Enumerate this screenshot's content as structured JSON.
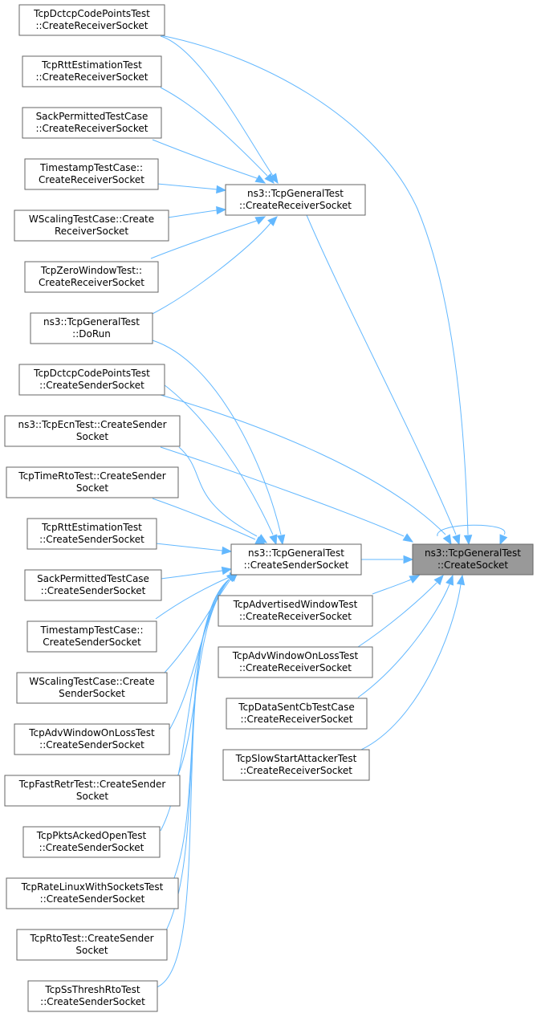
{
  "graph": {
    "title": "",
    "nodes": [
      {
        "id": "dctcp_recv",
        "lines": [
          "TcpDctcpCodePointsTest",
          "::CreateReceiverSocket"
        ]
      },
      {
        "id": "rtt_recv",
        "lines": [
          "TcpRttEstimationTest",
          "::CreateReceiverSocket"
        ]
      },
      {
        "id": "sack_recv",
        "lines": [
          "SackPermittedTestCase",
          "::CreateReceiverSocket"
        ]
      },
      {
        "id": "ts_recv",
        "lines": [
          "TimestampTestCase::",
          "CreateReceiverSocket"
        ]
      },
      {
        "id": "wscale_recv",
        "lines": [
          "WScalingTestCase::Create",
          "ReceiverSocket"
        ]
      },
      {
        "id": "zerowin_recv",
        "lines": [
          "TcpZeroWindowTest::",
          "CreateReceiverSocket"
        ]
      },
      {
        "id": "gen_dorun",
        "lines": [
          "ns3::TcpGeneralTest",
          "::DoRun"
        ]
      },
      {
        "id": "dctcp_send",
        "lines": [
          "TcpDctcpCodePointsTest",
          "::CreateSenderSocket"
        ]
      },
      {
        "id": "ecn_send",
        "lines": [
          "ns3::TcpEcnTest::CreateSender",
          "Socket"
        ]
      },
      {
        "id": "timerto_send",
        "lines": [
          "TcpTimeRtoTest::CreateSender",
          "Socket"
        ]
      },
      {
        "id": "rtt_send",
        "lines": [
          "TcpRttEstimationTest",
          "::CreateSenderSocket"
        ]
      },
      {
        "id": "sack_send",
        "lines": [
          "SackPermittedTestCase",
          "::CreateSenderSocket"
        ]
      },
      {
        "id": "ts_send",
        "lines": [
          "TimestampTestCase::",
          "CreateSenderSocket"
        ]
      },
      {
        "id": "wscale_send",
        "lines": [
          "WScalingTestCase::Create",
          "SenderSocket"
        ]
      },
      {
        "id": "advloss_send",
        "lines": [
          "TcpAdvWindowOnLossTest",
          "::CreateSenderSocket"
        ]
      },
      {
        "id": "fastretr_send",
        "lines": [
          "TcpFastRetrTest::CreateSender",
          "Socket"
        ]
      },
      {
        "id": "pktsacked_send",
        "lines": [
          "TcpPktsAckedOpenTest",
          "::CreateSenderSocket"
        ]
      },
      {
        "id": "ratelinux_send",
        "lines": [
          "TcpRateLinuxWithSocketsTest",
          "::CreateSenderSocket"
        ]
      },
      {
        "id": "rto_send",
        "lines": [
          "TcpRtoTest::CreateSender",
          "Socket"
        ]
      },
      {
        "id": "ssthresh_send",
        "lines": [
          "TcpSsThreshRtoTest",
          "::CreateSenderSocket"
        ]
      },
      {
        "id": "gen_recv",
        "lines": [
          "ns3::TcpGeneralTest",
          "::CreateReceiverSocket"
        ]
      },
      {
        "id": "gen_send",
        "lines": [
          "ns3::TcpGeneralTest",
          "::CreateSenderSocket"
        ]
      },
      {
        "id": "advwin_recv",
        "lines": [
          "TcpAdvertisedWindowTest",
          "::CreateReceiverSocket"
        ]
      },
      {
        "id": "advloss_recv",
        "lines": [
          "TcpAdvWindowOnLossTest",
          "::CreateReceiverSocket"
        ]
      },
      {
        "id": "datasent_recv",
        "lines": [
          "TcpDataSentCbTestCase",
          "::CreateReceiverSocket"
        ]
      },
      {
        "id": "slowstart_recv",
        "lines": [
          "TcpSlowStartAttackerTest",
          "::CreateReceiverSocket"
        ]
      },
      {
        "id": "create_socket",
        "lines": [
          "ns3::TcpGeneralTest",
          "::CreateSocket"
        ],
        "highlight": true
      }
    ],
    "edges": [
      {
        "from": "dctcp_recv",
        "to": "gen_recv"
      },
      {
        "from": "dctcp_recv",
        "to": "create_socket"
      },
      {
        "from": "rtt_recv",
        "to": "gen_recv"
      },
      {
        "from": "sack_recv",
        "to": "gen_recv"
      },
      {
        "from": "ts_recv",
        "to": "gen_recv"
      },
      {
        "from": "wscale_recv",
        "to": "gen_recv"
      },
      {
        "from": "zerowin_recv",
        "to": "gen_recv"
      },
      {
        "from": "gen_dorun",
        "to": "gen_recv"
      },
      {
        "from": "gen_dorun",
        "to": "gen_send"
      },
      {
        "from": "gen_recv",
        "to": "create_socket"
      },
      {
        "from": "dctcp_send",
        "to": "gen_send"
      },
      {
        "from": "dctcp_send",
        "to": "create_socket"
      },
      {
        "from": "ecn_send",
        "to": "gen_send"
      },
      {
        "from": "ecn_send",
        "to": "create_socket"
      },
      {
        "from": "timerto_send",
        "to": "gen_send"
      },
      {
        "from": "rtt_send",
        "to": "gen_send"
      },
      {
        "from": "sack_send",
        "to": "gen_send"
      },
      {
        "from": "ts_send",
        "to": "gen_send"
      },
      {
        "from": "wscale_send",
        "to": "gen_send"
      },
      {
        "from": "advloss_send",
        "to": "gen_send"
      },
      {
        "from": "fastretr_send",
        "to": "gen_send"
      },
      {
        "from": "pktsacked_send",
        "to": "gen_send"
      },
      {
        "from": "ratelinux_send",
        "to": "gen_send"
      },
      {
        "from": "rto_send",
        "to": "gen_send"
      },
      {
        "from": "ssthresh_send",
        "to": "gen_send"
      },
      {
        "from": "gen_send",
        "to": "create_socket"
      },
      {
        "from": "advwin_recv",
        "to": "create_socket"
      },
      {
        "from": "advloss_recv",
        "to": "create_socket"
      },
      {
        "from": "datasent_recv",
        "to": "create_socket"
      },
      {
        "from": "slowstart_recv",
        "to": "create_socket"
      },
      {
        "from": "create_socket",
        "to": "create_socket"
      }
    ]
  },
  "colors": {
    "edge": "#63b8ff",
    "node_border": "#666666",
    "node_fill": "#ffffff",
    "highlight_fill": "#999999"
  }
}
